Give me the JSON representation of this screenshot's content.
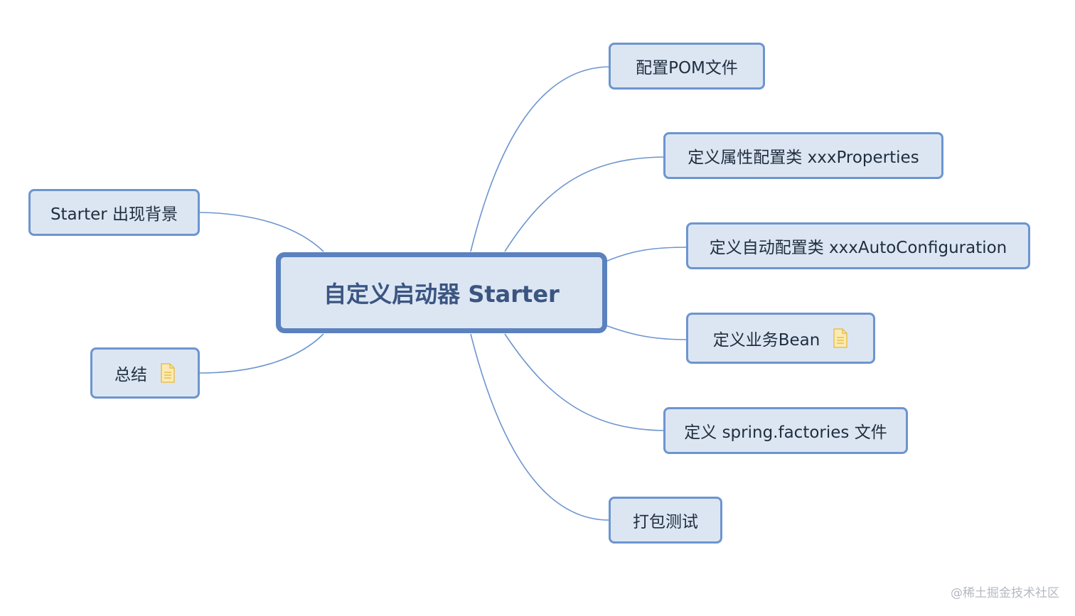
{
  "root": {
    "label": "自定义启动器 Starter"
  },
  "right_branches": [
    {
      "label": "配置POM文件",
      "has_note": false
    },
    {
      "label": "定义属性配置类 xxxProperties",
      "has_note": false
    },
    {
      "label": "定义自动配置类 xxxAutoConfiguration",
      "has_note": false
    },
    {
      "label": "定义业务Bean",
      "has_note": true
    },
    {
      "label": "定义 spring.factories 文件",
      "has_note": false
    },
    {
      "label": "打包测试",
      "has_note": false
    }
  ],
  "left_branches": [
    {
      "label": "Starter 出现背景",
      "has_note": false
    },
    {
      "label": "总结",
      "has_note": true
    }
  ],
  "icons": {
    "note": "note-icon"
  },
  "colors": {
    "node_fill": "#dce6f3",
    "node_border": "#6d95cf",
    "root_border": "#5b82bf",
    "link": "#6d95cf",
    "note_icon": "#f3d27a"
  },
  "watermark": "@稀土掘金技术社区"
}
